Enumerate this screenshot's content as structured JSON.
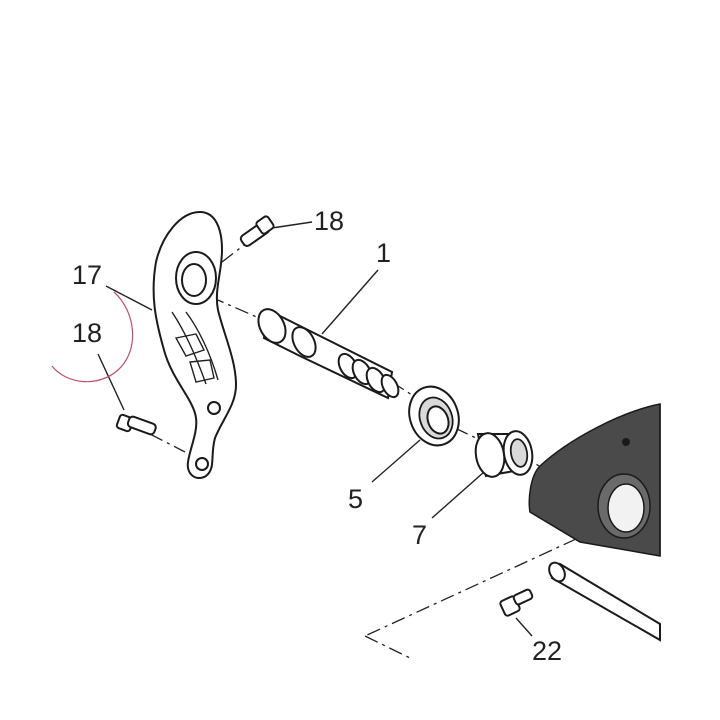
{
  "callouts": {
    "c18_top": "18",
    "c1": "1",
    "c17": "17",
    "c18_left": "18",
    "c5": "5",
    "c7": "7",
    "c22": "22"
  },
  "colors": {
    "ink": "#1a1a1a",
    "housing": "#4a4a4a",
    "highlight_circle": "#c0506a"
  }
}
